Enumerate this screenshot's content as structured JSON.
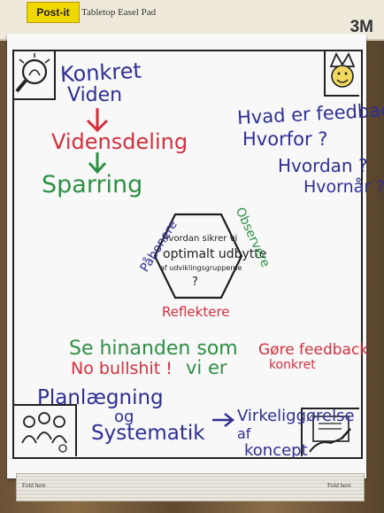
{
  "header": {
    "brand": "Post-it",
    "product": "Tabletop Easel Pad",
    "maker": "3M"
  },
  "flip_chart": {
    "left_column": {
      "line1": "Konkret",
      "line2": "Viden",
      "line3": "Vidensdeling",
      "line4": "Sparring"
    },
    "questions": {
      "q1": "Hvad er feedback?",
      "q2": "Hvorfor ?",
      "q3": "Hvordan ?",
      "q4": "Hvornår ?"
    },
    "center": {
      "line1": "Hvordan sikrer vi",
      "line2": "optimalt udbytte",
      "line3": "af udviklingsgrupperne",
      "line4": "?",
      "left_label": "Påbonere",
      "right_label": "Observere",
      "bottom_label": "Reflektere"
    },
    "middle_notes": {
      "se_hinanden": "Se hinanden som",
      "vi_er": "vi er",
      "no_bullshit": "No bullshit !",
      "gore_feedback": "Gøre feedback",
      "konkret": "konkret"
    },
    "bottom": {
      "planlagning": "Planlægning",
      "og": "og",
      "systematik": "Systematik",
      "virkelig": "Virkeliggørelse",
      "af": "af",
      "koncept": "koncept"
    },
    "fold": {
      "left": "Fold here",
      "right": "Fold here"
    }
  },
  "colors": {
    "blue_marker": "#2e2f93",
    "red_marker": "#d22f3d",
    "green_marker": "#2f8f45",
    "black_marker": "#1d1d1d",
    "paper": "#f7f8f7",
    "brand_yellow": "#f1d700"
  }
}
